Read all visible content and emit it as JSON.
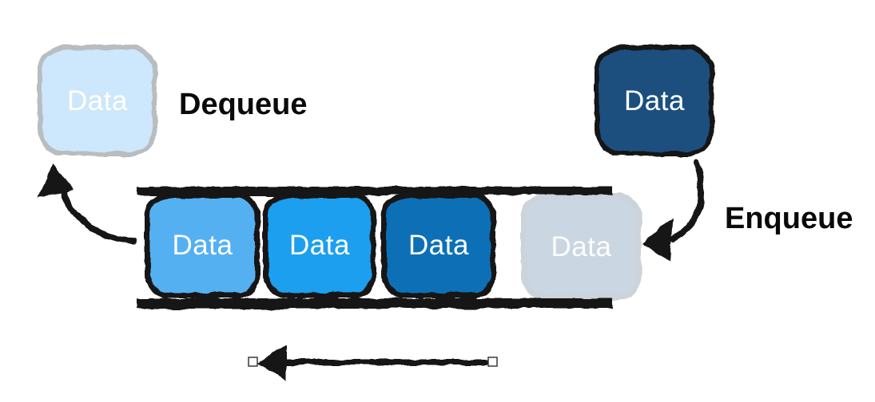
{
  "diagram": {
    "background": "#ffffff",
    "dequeue_label": "Dequeue",
    "enqueue_label": "Enqueue",
    "dequeued_item": {
      "label": "Data",
      "fill": "#cde7fc",
      "border": "#b9bdc0",
      "text_color": "#ffffff"
    },
    "incoming_item": {
      "label": "Data",
      "fill": "#1a4f7e",
      "border": "#121212",
      "text_color": "#ffffff"
    },
    "queue_items": [
      {
        "label": "Data",
        "fill": "#55b0f2",
        "border": "#121212",
        "text_color": "#ffffff"
      },
      {
        "label": "Data",
        "fill": "#1b9fee",
        "border": "#121212",
        "text_color": "#ffffff"
      },
      {
        "label": "Data",
        "fill": "#0f70b7",
        "border": "#121212",
        "text_color": "#ffffff"
      },
      {
        "label": "Data",
        "fill": "#cad6e2",
        "border": "#ccd3da",
        "text_color": "#fdfdfd"
      }
    ],
    "rail_color": "#141414",
    "arrow_color": "#141414",
    "label_color": "#0a0a0a",
    "handle_fill": "#ffffff",
    "handle_border": "#3a3a3a"
  }
}
